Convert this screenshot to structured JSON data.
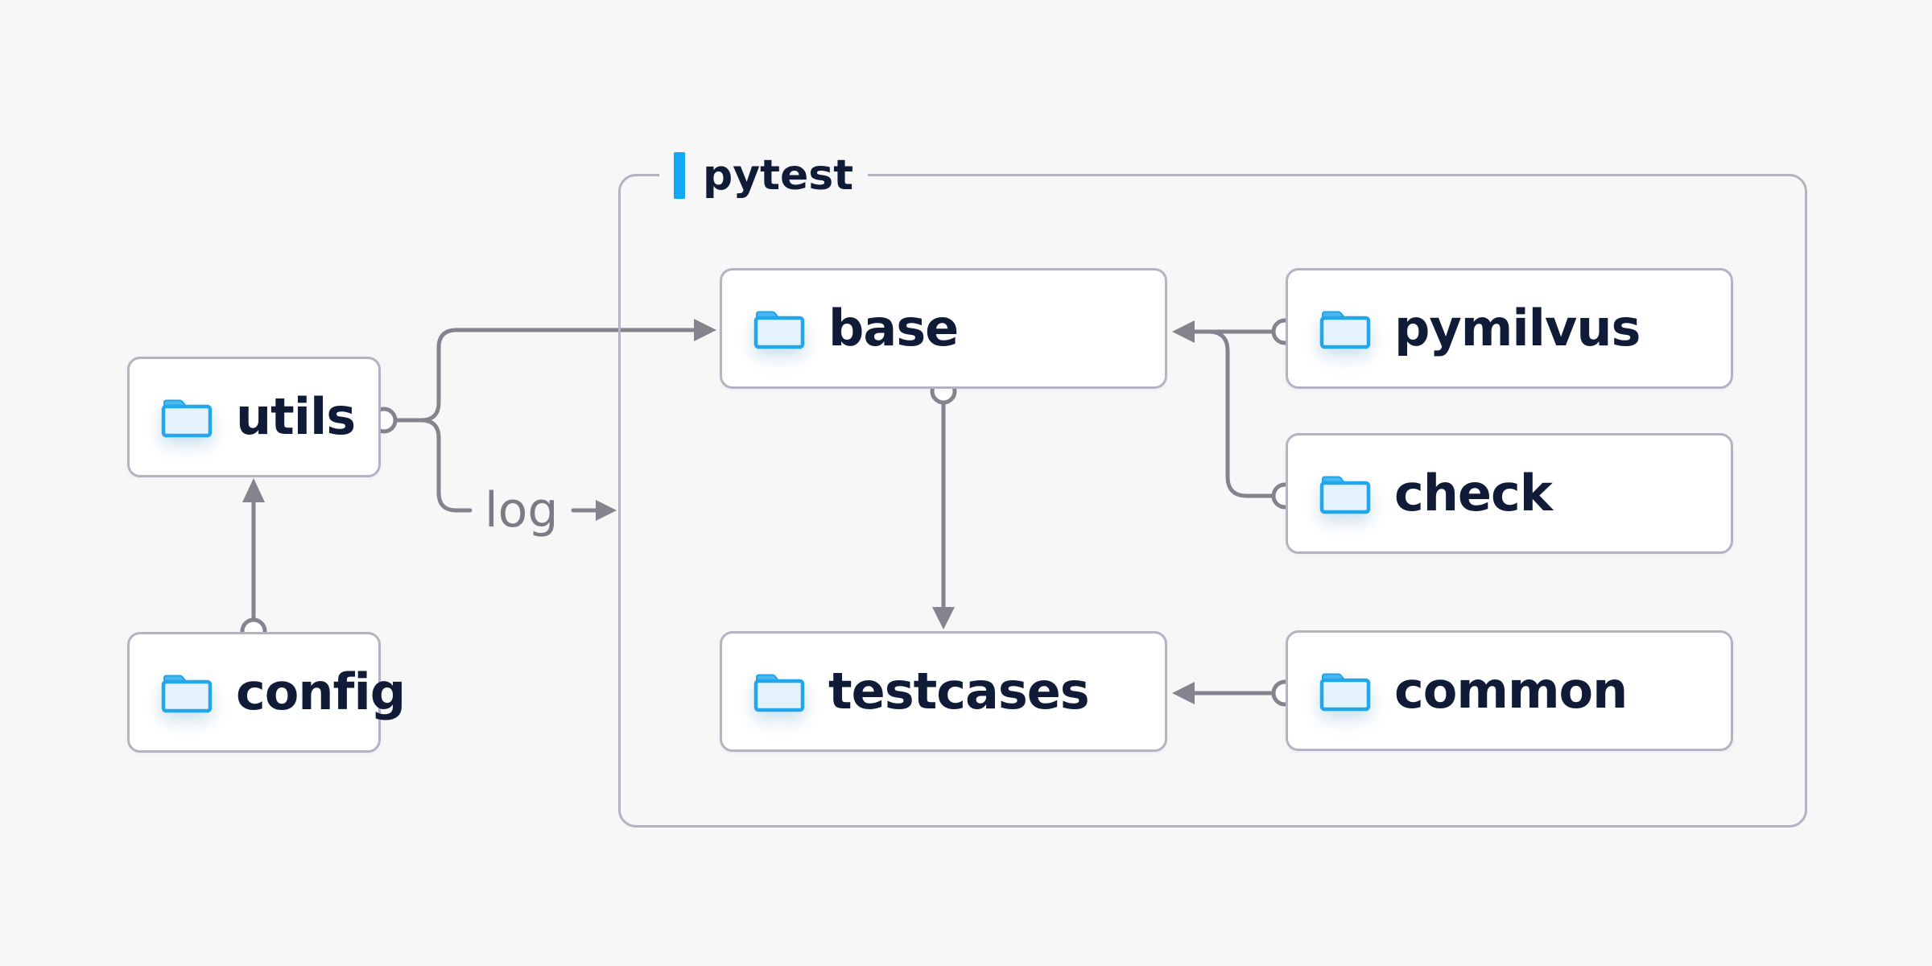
{
  "diagram": {
    "container": {
      "label": "pytest"
    },
    "nodes": [
      {
        "id": "utils",
        "label": "utils",
        "icon": "folder-icon"
      },
      {
        "id": "config",
        "label": "config",
        "icon": "folder-icon"
      },
      {
        "id": "base",
        "label": "base",
        "icon": "folder-icon"
      },
      {
        "id": "pymilvus",
        "label": "pymilvus",
        "icon": "folder-icon"
      },
      {
        "id": "check",
        "label": "check",
        "icon": "folder-icon"
      },
      {
        "id": "testcases",
        "label": "testcases",
        "icon": "folder-icon"
      },
      {
        "id": "common",
        "label": "common",
        "icon": "folder-icon"
      }
    ],
    "edges": [
      {
        "from": "config",
        "to": "utils",
        "label": ""
      },
      {
        "from": "utils",
        "to": "base",
        "label": ""
      },
      {
        "from": "utils",
        "to": "pytest-container",
        "label": "log"
      },
      {
        "from": "pymilvus",
        "to": "base",
        "label": ""
      },
      {
        "from": "check",
        "to": "base",
        "label": ""
      },
      {
        "from": "base",
        "to": "testcases",
        "label": ""
      },
      {
        "from": "common",
        "to": "testcases",
        "label": ""
      }
    ],
    "edge_label_log": "log",
    "colors": {
      "background": "#f7f7f8",
      "node_fill": "#ffffff",
      "border": "#b5b3c1",
      "connector": "#85838e",
      "label_text": "#101b38",
      "muted_text": "#7c7b85",
      "accent_blue": "#12a9f2",
      "folder_stroke_blue": "#22a7ea",
      "folder_tab_blue": "#4ab7f0",
      "folder_fill": "#e3f2fb"
    }
  }
}
